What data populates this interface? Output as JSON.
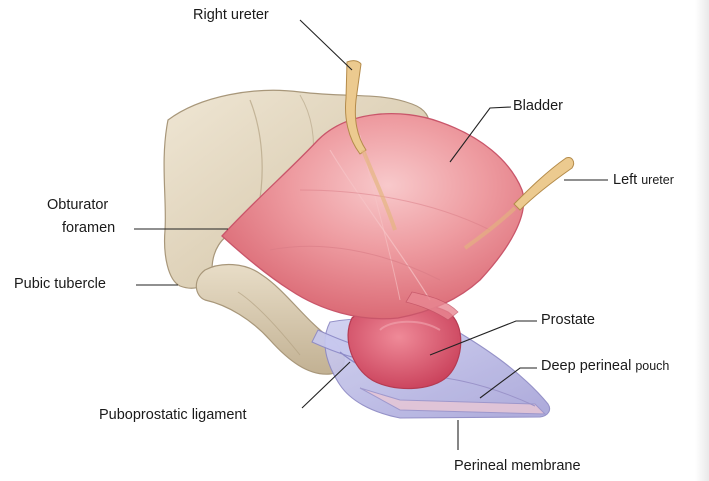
{
  "labels": {
    "right_ureter": "Right ureter",
    "bladder": "Bladder",
    "left_ureter_main": "Left ",
    "left_ureter_tail": "ureter",
    "obturator_line1": "Obturator",
    "obturator_line2": "foramen",
    "pubic_tubercle": "Pubic tubercle",
    "prostate": "Prostate",
    "deep_perineal_main": "Deep perineal ",
    "deep_perineal_tail": "pouch",
    "puboprostatic": "Puboprostatic ligament",
    "perineal_membrane": "Perineal membrane"
  },
  "colors": {
    "bone": "#e4d8c2",
    "bone_shadow": "#b8a88e",
    "bladder": "#ec8d93",
    "bladder_highlight": "#f7c2c4",
    "ureter": "#e9c98f",
    "prostate": "#d9566c",
    "membrane": "#b8b6e2",
    "leader_line": "#222222"
  }
}
